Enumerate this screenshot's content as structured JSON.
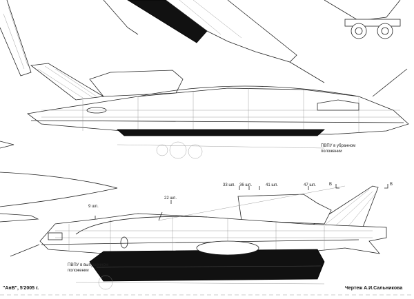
{
  "labels": {
    "stowed": [
      "ПВПУ в убранном",
      "положении"
    ],
    "deployed": [
      "ПВПУ в выпущенном",
      "положении"
    ],
    "frames": [
      "9 шп.",
      "22 шп.",
      "33 шп.",
      "36 шп.",
      "41 шп.",
      "47 шп."
    ],
    "section_mark": "В"
  },
  "footer": {
    "source": "\"АнВ\", 5'2005 г.",
    "author": "Чертеж А.И.Сальникова"
  }
}
